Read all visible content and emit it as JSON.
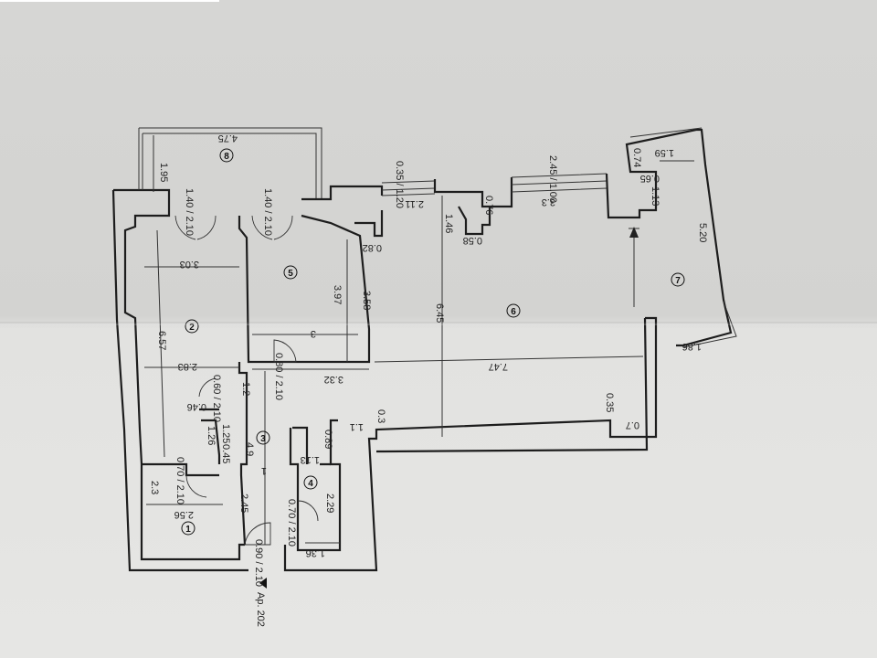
{
  "plan": {
    "entrance_label": "Ap. 202",
    "rooms": [
      "1",
      "2",
      "3",
      "4",
      "5",
      "6",
      "7",
      "8"
    ],
    "dimensions": {
      "r8_width": "4.75",
      "r8_depth": "1.95",
      "win_r8_a": "1.40 / 2.10",
      "win_r8_b": "1.40 / 2.10",
      "r2_top": "3.03",
      "r2_length": "6.57",
      "r2_bottom": "2.83",
      "r5_length": "3.97",
      "r5_total": "3.58",
      "r5_width": "3",
      "r5_base": "3.32",
      "r5_door": "0.80 / 2.10",
      "nook": "0.82",
      "win_small": "0.35 / 1.20",
      "win_big": "2.45 / 1.00",
      "living_top_left": "2.11",
      "living_top_right": "3.3",
      "step_a": "1.46",
      "step_b": "0.58",
      "step_c": "0.76",
      "r6_height": "6.45",
      "r6_width": "7.47",
      "r6_notch_a": "1.1",
      "r6_notch_b": "0.3",
      "r6_notch_c": "0.35",
      "r6_notch_d": "0.7",
      "r7_top": "1.59",
      "r7_side": "5.20",
      "r7_bottom": "1.86",
      "r7_step_a": "0.74",
      "r7_step_b": "0.65",
      "r7_step_c": "1.13",
      "hall_door": "0.60 / 2.10",
      "hall_a": "1.2",
      "hall_b": "0.46",
      "hall_c": "1.26",
      "hall_d": "1.25",
      "hall_e": "0.45",
      "hall_len": "4.9",
      "hall_f": "1",
      "hall_g": "0.89",
      "hall_h": "1.13",
      "r1_door": "0.70 / 2.10",
      "r1_h": "2.3",
      "r1_w": "2.56",
      "r1_side": "2.45",
      "entry_door": "0.90 / 2.10",
      "r4_door": "0.70 / 2.10",
      "r4_h": "2.29",
      "r4_w": "1.36"
    }
  }
}
